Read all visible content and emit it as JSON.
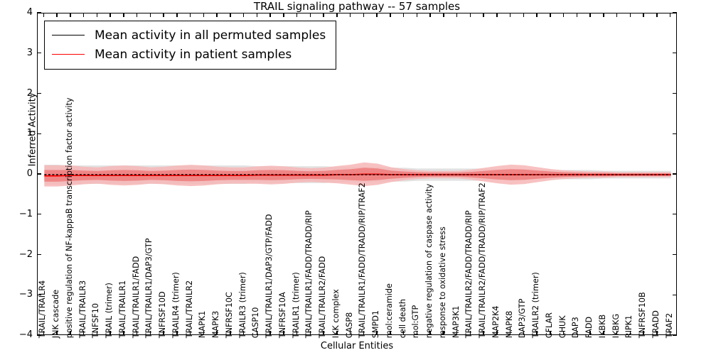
{
  "chart_data": {
    "type": "line",
    "title": "TRAIL signaling pathway -- 57 samples",
    "xlabel": "Cellular Entities",
    "ylabel": "Inferred Activity",
    "ylim": [
      -4,
      4
    ],
    "yticks": [
      4,
      3,
      2,
      1,
      0,
      -1,
      -2,
      -3,
      -4
    ],
    "ytick_labels": [
      "4",
      "3",
      "2",
      "1",
      "0",
      "−1",
      "−2",
      "−3",
      "−4"
    ],
    "grid": false,
    "legend_position": "upper left",
    "legend": [
      {
        "label": "Mean activity in all permuted samples",
        "color": "#000000"
      },
      {
        "label": "Mean activity in patient samples",
        "color": "#ff0000"
      }
    ],
    "categories": [
      "TRAIL/TRAILR4",
      "JNK cascade",
      "positive regulation of NF-kappaB transcription factor activity",
      "TRAIL/TRAILR3",
      "TNFSF10",
      "TRAIL (trimer)",
      "TRAIL/TRAILR1",
      "TRAIL/TRAILR1/FADD",
      "TRAIL/TRAILR1/DAP3/GTP",
      "TNFRSF10D",
      "TRAILR4 (trimer)",
      "TRAIL/TRAILR2",
      "MAPK1",
      "MAPK3",
      "TNFRSF10C",
      "TRAILR3 (trimer)",
      "CASP10",
      "TRAIL/TRAILR1/DAP3/GTP/FADD",
      "TNFRSF10A",
      "TRAILR1 (trimer)",
      "TRAIL/TRAILR1/FADD/TRADD/RIP",
      "TRAIL/TRAILR2/FADD",
      "IKK complex",
      "CASP8",
      "TRAIL/TRAILR1/FADD/TRADD/RIP/TRAF2",
      "SMPD1",
      "mol:ceramide",
      "cell death",
      "mol:GTP",
      "negative regulation of caspase activity",
      "response to oxidative stress",
      "MAP3K1",
      "TRAIL/TRAILR2/FADD/TRADD/RIP",
      "TRAIL/TRAILR2/FADD/TRADD/RIP/TRAF2",
      "MAP2K4",
      "MAPK8",
      "DAP3/GTP",
      "TRAILR2 (trimer)",
      "CFLAR",
      "CHUK",
      "DAP3",
      "FADD",
      "IKBKB",
      "IKBKG",
      "RIPK1",
      "TNFRSF10B",
      "TRADD",
      "TRAF2"
    ],
    "series": [
      {
        "name": "Mean activity in all permuted samples",
        "color": "#000000",
        "style": "dashed",
        "values": [
          0.0,
          0.0,
          0.0,
          0.0,
          0.0,
          0.0,
          0.0,
          0.0,
          0.0,
          0.0,
          0.0,
          0.0,
          0.0,
          0.0,
          0.0,
          0.0,
          0.0,
          0.0,
          0.0,
          0.0,
          0.0,
          0.0,
          0.0,
          0.0,
          0.0,
          0.0,
          0.0,
          0.0,
          0.0,
          0.0,
          0.0,
          0.0,
          0.0,
          0.0,
          0.0,
          0.0,
          0.0,
          0.0,
          0.0,
          0.0,
          0.0,
          0.0,
          0.0,
          0.0,
          0.0,
          0.0,
          0.0,
          0.0
        ],
        "band_half_width": [
          0.13,
          0.13,
          0.12,
          0.12,
          0.12,
          0.12,
          0.12,
          0.12,
          0.12,
          0.12,
          0.12,
          0.12,
          0.12,
          0.12,
          0.12,
          0.12,
          0.11,
          0.11,
          0.11,
          0.11,
          0.11,
          0.11,
          0.1,
          0.1,
          0.1,
          0.1,
          0.09,
          0.09,
          0.08,
          0.08,
          0.08,
          0.08,
          0.08,
          0.08,
          0.07,
          0.07,
          0.07,
          0.06,
          0.06,
          0.06,
          0.06,
          0.06,
          0.05,
          0.05,
          0.05,
          0.05,
          0.05,
          0.05
        ],
        "band_color": "#bfbfbf"
      },
      {
        "name": "Mean activity in patient samples",
        "color": "#ff0000",
        "style": "solid",
        "values": [
          -0.03,
          -0.03,
          -0.02,
          -0.02,
          -0.02,
          -0.02,
          -0.02,
          -0.02,
          -0.02,
          -0.02,
          -0.02,
          -0.02,
          -0.02,
          -0.02,
          -0.02,
          -0.02,
          -0.01,
          -0.01,
          -0.01,
          -0.01,
          -0.01,
          -0.01,
          0.0,
          0.0,
          0.01,
          0.01,
          0.0,
          0.0,
          0.0,
          0.0,
          0.0,
          0.0,
          0.0,
          0.0,
          0.0,
          0.0,
          0.0,
          0.0,
          0.0,
          0.0,
          0.0,
          0.0,
          0.0,
          0.0,
          0.0,
          0.0,
          0.0,
          0.0
        ],
        "band_half_width": [
          0.17,
          0.17,
          0.16,
          0.14,
          0.13,
          0.15,
          0.16,
          0.15,
          0.13,
          0.14,
          0.16,
          0.17,
          0.16,
          0.14,
          0.13,
          0.13,
          0.14,
          0.15,
          0.14,
          0.12,
          0.11,
          0.12,
          0.14,
          0.16,
          0.19,
          0.17,
          0.12,
          0.09,
          0.07,
          0.06,
          0.06,
          0.06,
          0.08,
          0.11,
          0.14,
          0.16,
          0.15,
          0.12,
          0.09,
          0.07,
          0.06,
          0.05,
          0.05,
          0.04,
          0.04,
          0.04,
          0.04,
          0.04
        ],
        "band_color": "#f08080",
        "band_color_outer": "#f7b6b6"
      }
    ]
  }
}
